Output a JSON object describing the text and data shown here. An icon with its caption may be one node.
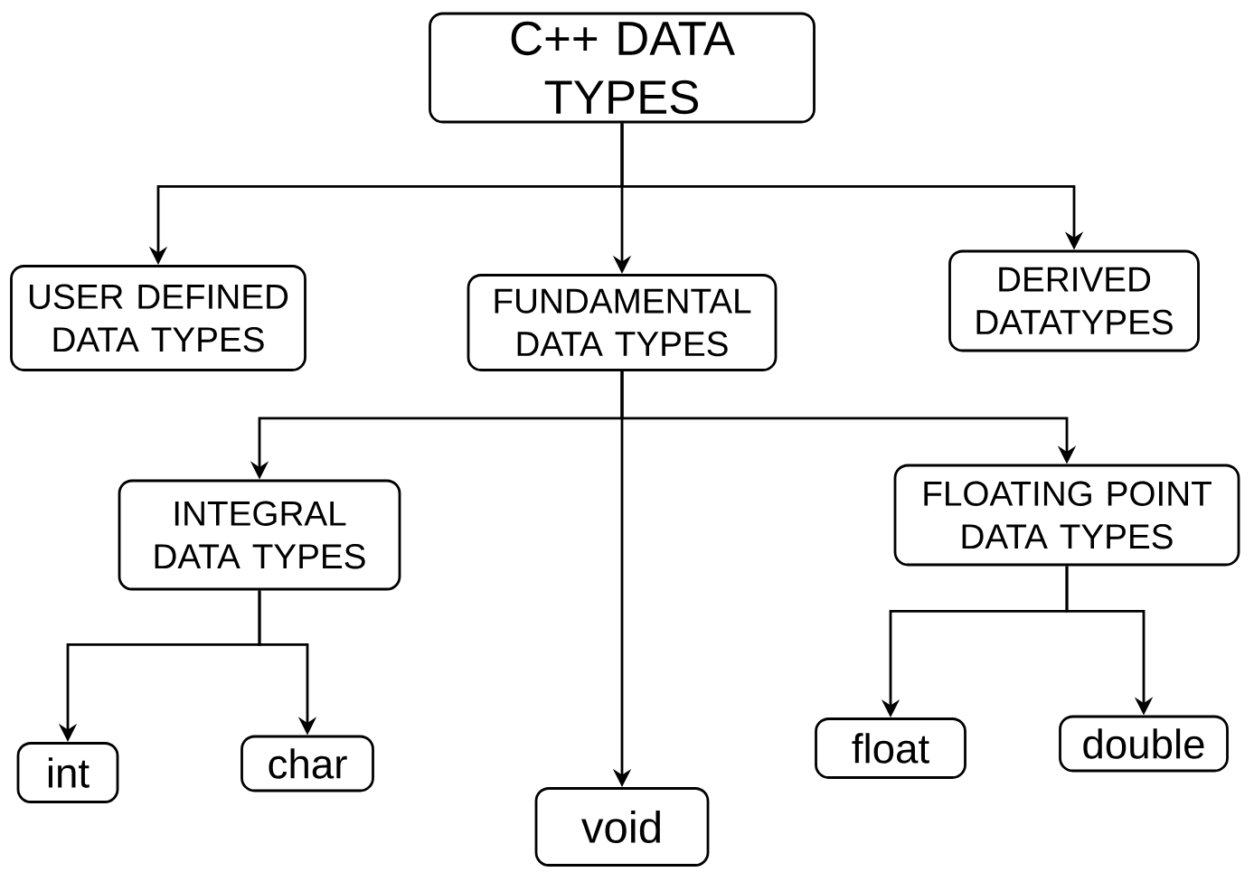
{
  "diagram": {
    "nodes": [
      {
        "text": [
          "C++ DATA TYPES"
        ]
      },
      {
        "text": [
          "USER DEFINED DATA TYPES"
        ]
      },
      {
        "text": [
          "FUNDAMENTAL DATA TYPES"
        ]
      },
      {
        "text": [
          "DERIVED DATATYPES"
        ]
      },
      {
        "text": [
          "INTEGRAL DATA TYPES"
        ]
      },
      {
        "text": [
          "FLOATING POINT DATA TYPES"
        ]
      },
      {
        "text": [
          "int"
        ]
      },
      {
        "text": [
          "char"
        ]
      },
      {
        "text": [
          "void"
        ]
      },
      {
        "text": [
          "float"
        ]
      },
      {
        "text": [
          "double"
        ]
      }
    ],
    "edges": [
      {
        "from": 0,
        "to": 1,
        "arrow": "to"
      },
      {
        "from": 0,
        "to": 2,
        "arrow": "to"
      },
      {
        "from": 0,
        "to": 3,
        "arrow": "to"
      },
      {
        "from": 2,
        "to": 4,
        "arrow": "to"
      },
      {
        "from": 2,
        "to": 8,
        "arrow": "to"
      },
      {
        "from": 2,
        "to": 5,
        "arrow": "to"
      },
      {
        "from": 4,
        "to": 6,
        "arrow": "to"
      },
      {
        "from": 4,
        "to": 7,
        "arrow": "to"
      },
      {
        "from": 5,
        "to": 9,
        "arrow": "to"
      },
      {
        "from": 5,
        "to": 10,
        "arrow": "to"
      }
    ]
  }
}
